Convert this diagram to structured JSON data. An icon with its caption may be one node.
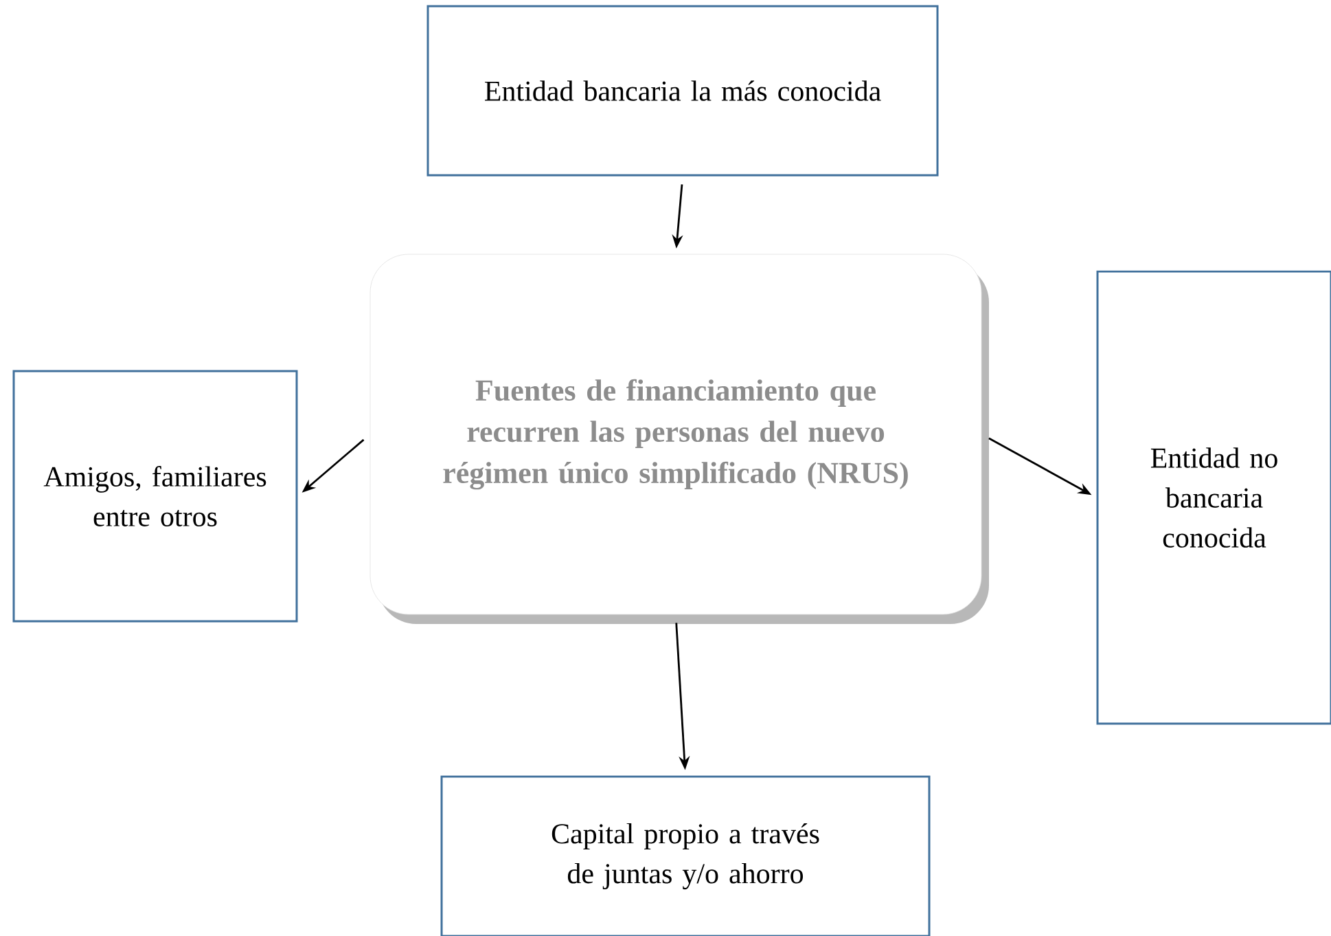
{
  "diagram": {
    "nodes": [
      {
        "text": [
          "Entidad bancaria la más conocida"
        ]
      },
      {
        "text": [
          "Fuentes de financiamiento que recurren las personas del nuevo régimen único simplificado (NRUS)"
        ]
      },
      {
        "text": [
          "Amigos, familiares entre otros"
        ]
      },
      {
        "text": [
          "Entidad no bancaria conocida"
        ]
      },
      {
        "text": [
          "Capital propio a través de juntas y/o ahorro"
        ]
      }
    ],
    "edges": [
      {
        "from": 0,
        "to": 1,
        "arrow": "to"
      },
      {
        "from": 1,
        "to": 2,
        "arrow": "to"
      },
      {
        "from": 1,
        "to": 3,
        "arrow": "to"
      },
      {
        "from": 1,
        "to": 4,
        "arrow": "to"
      }
    ]
  }
}
